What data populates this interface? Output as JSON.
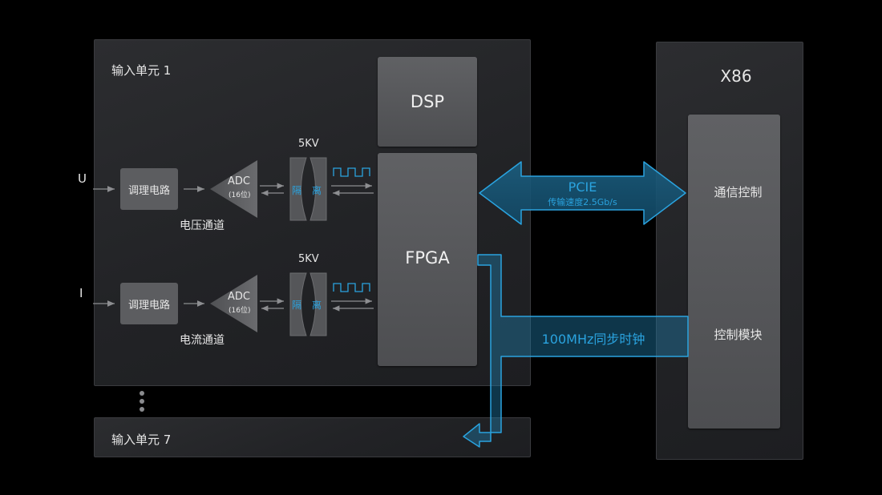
{
  "input_unit_1": {
    "title": "输入单元 1"
  },
  "input_unit_7": {
    "title": "输入单元 7"
  },
  "dsp": {
    "label": "DSP"
  },
  "fpga": {
    "label": "FPGA"
  },
  "x86": {
    "title": "X86"
  },
  "x86_inner": {
    "comm_control": "通信控制",
    "control_module": "控制模块"
  },
  "voltage_channel": {
    "input_label": "U",
    "conditioning": "调理电路",
    "adc": "ADC",
    "adc_bits": "(16位)",
    "isolation_voltage": "5KV",
    "isolation_left": "隔",
    "isolation_right": "离",
    "channel_name": "电压通道"
  },
  "current_channel": {
    "input_label": "I",
    "conditioning": "调理电路",
    "adc": "ADC",
    "adc_bits": "(16位)",
    "isolation_voltage": "5KV",
    "isolation_left": "隔",
    "isolation_right": "离",
    "channel_name": "电流通道"
  },
  "pcie": {
    "title": "PCIE",
    "speed": "传输速度2.5Gb/s"
  },
  "clock": {
    "label": "100MHz同步时钟"
  },
  "colors": {
    "accent": "#2aa3df",
    "background": "#000000",
    "panel": "#26272a",
    "box": "#55565a"
  }
}
